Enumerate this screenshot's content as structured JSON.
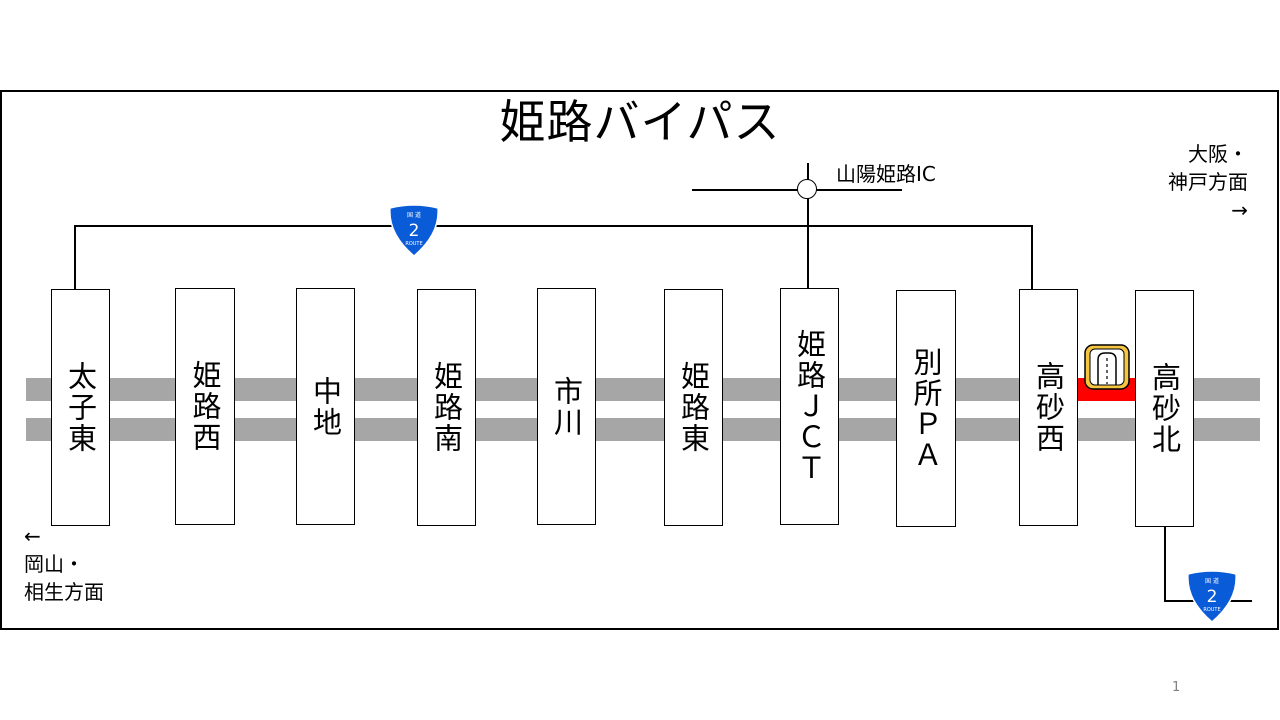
{
  "title": "姫路バイパス",
  "direction_east": {
    "line1": "大阪・",
    "line2": "神戸方面",
    "arrow": "→"
  },
  "direction_west": {
    "arrow": "←",
    "line1": "岡山・",
    "line2": "相生方面"
  },
  "sanyo_ic_label": "山陽姫路IC",
  "route_number": "2",
  "route_badge_top_text": "国 道",
  "route_badge_bottom_text": "ROUTE",
  "route_color": "#0a5bd7",
  "road_color": "#a6a6a6",
  "tollgate_color": "#ff0000",
  "toll_icon": "tollgate-icon",
  "stations": [
    {
      "name": "太子東"
    },
    {
      "name": "姫路西"
    },
    {
      "name": "中地"
    },
    {
      "name": "姫路南"
    },
    {
      "name": "市川"
    },
    {
      "name": "姫路東"
    },
    {
      "name": "姫路ＪＣＴ"
    },
    {
      "name": "別所ＰＡ"
    },
    {
      "name": "高砂西"
    },
    {
      "name": "高砂北"
    }
  ],
  "page_number": "1"
}
